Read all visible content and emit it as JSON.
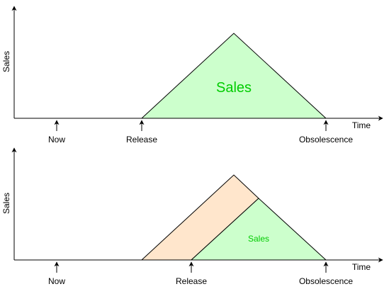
{
  "colors": {
    "sales_fill": "#ccffcc",
    "pre_sales_fill": "#ffe6cc",
    "sales_text": "#00cc00",
    "line": "#000000"
  },
  "top": {
    "y_axis_label": "Sales",
    "x_axis_label": "Time",
    "area_label": "Sales",
    "markers": {
      "now": "Now",
      "release": "Release",
      "obsolescence": "Obsolescence"
    }
  },
  "bottom": {
    "y_axis_label": "Sales",
    "x_axis_label": "Time",
    "area_label": "Sales",
    "markers": {
      "now": "Now",
      "release": "Release",
      "obsolescence": "Obsolescence"
    }
  }
}
